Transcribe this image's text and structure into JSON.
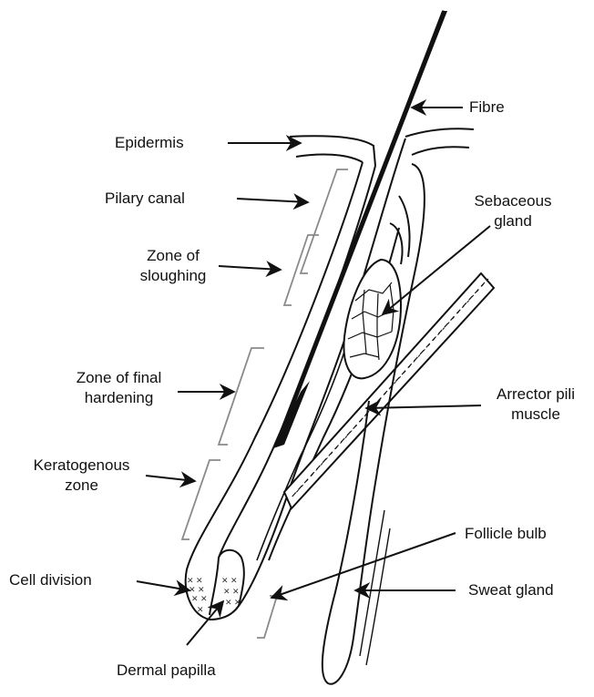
{
  "labels": {
    "fibre": "Fibre",
    "epidermis": "Epidermis",
    "pilary_canal": "Pilary canal",
    "zone_sloughing": "Zone of\nsloughing",
    "sebaceous_gland": "Sebaceous\ngland",
    "zone_final_hardening": "Zone of final\nhardening",
    "arrector_pili": "Arrector pili\nmuscle",
    "keratogenous_zone": "Keratogenous\nzone",
    "follicle_bulb": "Follicle bulb",
    "cell_division": "Cell division",
    "sweat_gland": "Sweat gland",
    "dermal_papilla": "Dermal papilla"
  },
  "colors": {
    "ink": "#111111",
    "bracket": "#8a8a8a"
  }
}
